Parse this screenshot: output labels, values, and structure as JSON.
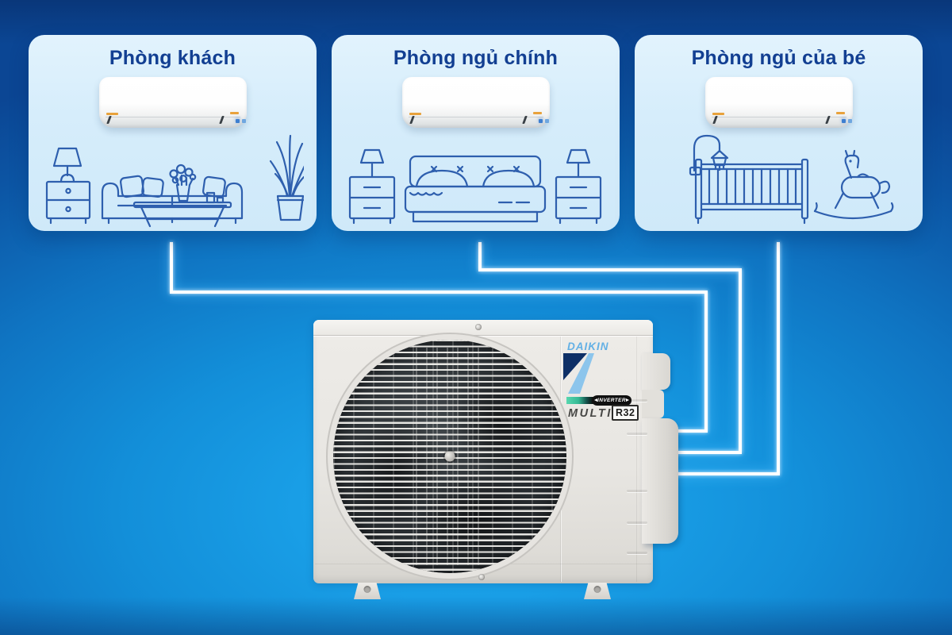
{
  "meta": {
    "description": "Daikin multi-split air conditioner diagram: three rooms with indoor wall units connected by refrigerant lines to one outdoor inverter unit"
  },
  "rooms": [
    {
      "id": "living-room",
      "title": "Phòng khách"
    },
    {
      "id": "master-bedroom",
      "title": "Phòng ngủ chính"
    },
    {
      "id": "baby-bedroom",
      "title": "Phòng ngủ của bé"
    }
  ],
  "outdoor_unit": {
    "brand": "DAIKIN",
    "inverter_label": "INVERTER",
    "series_label": "MULTI",
    "refrigerant_label": "R32"
  },
  "connections": [
    {
      "from": "Phòng khách",
      "to": "outdoor-unit"
    },
    {
      "from": "Phòng ngủ chính",
      "to": "outdoor-unit"
    },
    {
      "from": "Phòng ngủ của bé",
      "to": "outdoor-unit"
    }
  ],
  "colors": {
    "background_top": "#0b4694",
    "background_center": "#138fd9",
    "background_bottom": "#1fadf3",
    "card_background": "#d6edfb",
    "room_title_text": "#123f92",
    "line_art_stroke": "#2e5fae",
    "pipe_line": "#ffffff",
    "pipe_glow": "#7fd3ff",
    "brand_blue": "#63b0e5",
    "logo_navy": "#0e2f66",
    "logo_light_blue": "#8cc5ec",
    "inverter_teal": "#58d7af",
    "indoor_unit_logo_orange": "#e8a23c"
  }
}
